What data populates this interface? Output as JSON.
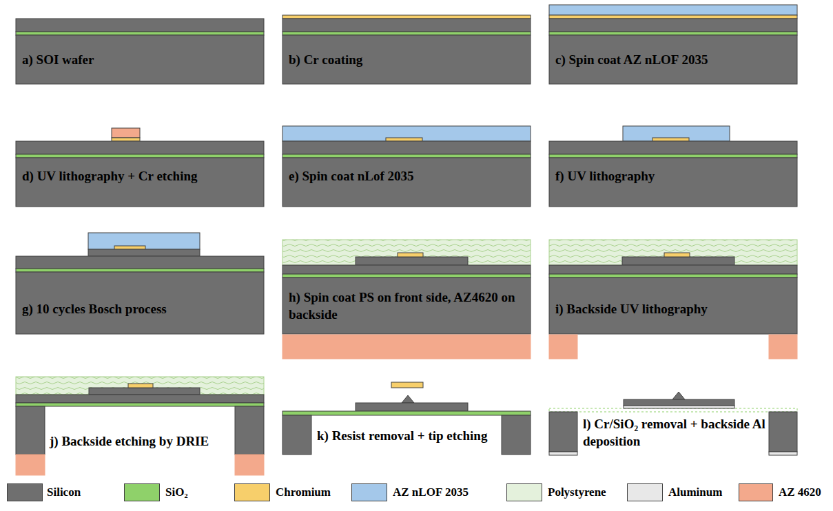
{
  "diagram": {
    "nodes": [
      {
        "text": [
          "a) SOI wafer"
        ]
      },
      {
        "text": [
          "b) Cr coating"
        ]
      },
      {
        "text": [
          "c) Spin coat AZ nLOF 2035"
        ]
      },
      {
        "text": [
          "d) UV lithography + Cr etching"
        ]
      },
      {
        "text": [
          "e) Spin coat nLof 2035"
        ]
      },
      {
        "text": [
          "f) UV lithography"
        ]
      },
      {
        "text": [
          "g) 10 cycles Bosch process"
        ]
      },
      {
        "text": [
          "h) Spin coat PS on front side, AZ4620 on backside"
        ]
      },
      {
        "text": [
          "i) Backside UV lithography"
        ]
      },
      {
        "text": [
          "j) Backside etching by DRIE"
        ]
      },
      {
        "text": [
          "k) Resist removal + tip etching"
        ]
      },
      {
        "text": [
          "l) Cr/SiO₂ removal + backside Al deposition"
        ]
      }
    ],
    "legend": [
      {
        "text": "Silicon",
        "color": "#6f6f6f"
      },
      {
        "text": "SiO₂",
        "color": "#8fd16a"
      },
      {
        "text": "Chromium",
        "color": "#f7cf6b"
      },
      {
        "text": "AZ nLOF 2035",
        "color": "#a4c8ea"
      },
      {
        "text": "Polystyrene",
        "color": "#e4f1dc"
      },
      {
        "text": "Aluminum",
        "color": "#e8e8e8"
      },
      {
        "text": "AZ 4620",
        "color": "#f3a98c"
      }
    ]
  }
}
